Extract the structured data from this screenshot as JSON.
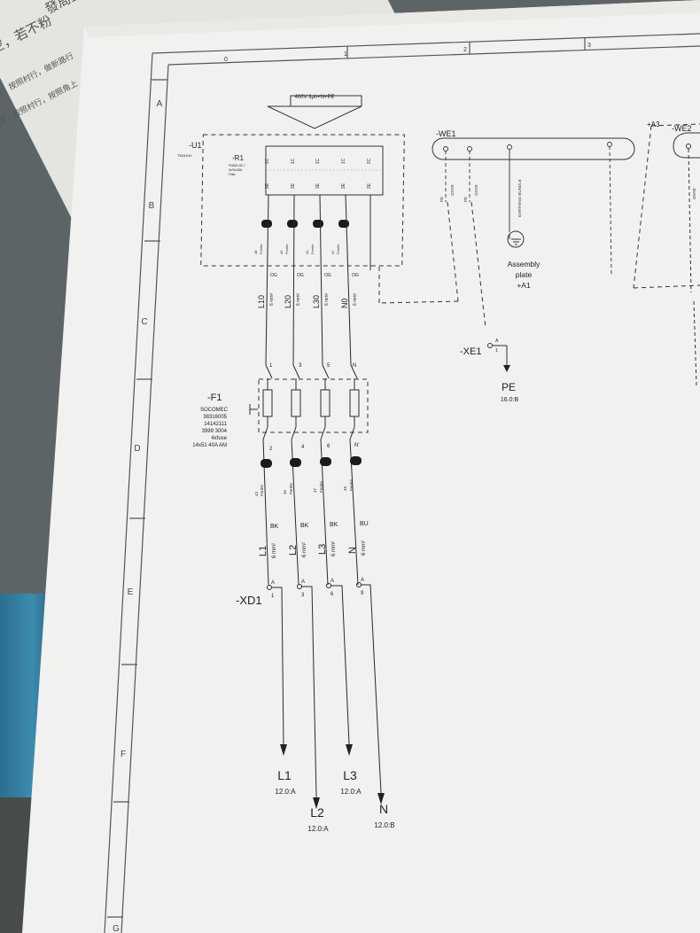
{
  "bg_chinese_lines": [
    "發局上",
    "空，若不粉",
    "商，按照村行，做新路行",
    "尿，按照村行，按照角上"
  ],
  "grid": {
    "columns": [
      "0",
      "1",
      "2",
      "3"
    ],
    "rows": [
      "A",
      "B",
      "C",
      "D",
      "E",
      "F",
      "G"
    ]
  },
  "supply": {
    "label": "400V 3ph+N+PE"
  },
  "filter_module": {
    "tag": "-U1",
    "tag_sub": "T5031H0",
    "component": "-R1",
    "component_info": [
      "FN920-35-7",
      "3x7kx35A",
      "Filter"
    ],
    "terminals_top": [
      "1C",
      "1C",
      "1C",
      "1C",
      "2C"
    ],
    "terminals_bottom": [
      "3E",
      "3E",
      "3E",
      "3E",
      "3E"
    ]
  },
  "ferrites_upper": [
    {
      "id": "48",
      "label": "Ferrite"
    },
    {
      "id": "46",
      "label": "Ferrite"
    },
    {
      "id": "44",
      "label": "Ferrite"
    },
    {
      "id": "42",
      "label": "Ferrite"
    }
  ],
  "upper_wires": [
    {
      "label": "L10",
      "size": "6 mm²",
      "color": "OG"
    },
    {
      "label": "L20",
      "size": "6 mm²",
      "color": "OG"
    },
    {
      "label": "L30",
      "size": "6 mm²",
      "color": "OG"
    },
    {
      "label": "N0",
      "size": "6 mm²",
      "color": "OG"
    }
  ],
  "cable_we1": {
    "tag": "-WE1",
    "cores": [
      {
        "label": "GNYE",
        "code": "PE"
      },
      {
        "label": "GNYE",
        "code": "PE"
      }
    ],
    "earthing": "EARTHING BUNDLE"
  },
  "assembly_plate": {
    "line1": "Assembly",
    "line2": "plate",
    "line3": "+A1"
  },
  "earth_terminal": {
    "tag": "-XE1",
    "pin": "A",
    "pin2": "1"
  },
  "pe_output": {
    "label": "PE",
    "ref": "16.0:B"
  },
  "right_section": {
    "tag_a3": "+A3",
    "tag_we2": "-WE2",
    "core": "GNYE"
  },
  "fuse": {
    "tag": "-F1",
    "info": [
      "SOCOMEC",
      "38316005",
      "14142111",
      "3999 3004",
      "4xfuse",
      "14x51 40A AM"
    ],
    "top_terminals": [
      "1",
      "3",
      "5",
      "N"
    ],
    "bottom_terminals": [
      "2",
      "4",
      "6",
      "N'"
    ]
  },
  "ferrites_lower": [
    {
      "id": "43",
      "label": "Ferrite"
    },
    {
      "id": "45",
      "label": "Ferrite"
    },
    {
      "id": "47",
      "label": "Ferrite"
    },
    {
      "id": "49",
      "label": "Ferrite"
    }
  ],
  "lower_wires": [
    {
      "label": "L1",
      "size": "6 mm²",
      "color": "BK"
    },
    {
      "label": "L2",
      "size": "6 mm²",
      "color": "BK"
    },
    {
      "label": "L3",
      "size": "6 mm²",
      "color": "BK"
    },
    {
      "label": "N",
      "size": "6 mm²",
      "color": "BU"
    }
  ],
  "terminal_block": {
    "tag": "-XD1",
    "pin_label": "A",
    "pins": [
      "1",
      "3",
      "6",
      "9"
    ]
  },
  "outputs": [
    {
      "label": "L1",
      "ref": "12.0:A"
    },
    {
      "label": "L2",
      "ref": "12.0:A"
    },
    {
      "label": "L3",
      "ref": "12.0:A"
    },
    {
      "label": "N",
      "ref": "12.0:B"
    }
  ],
  "colors": {
    "ink": "#2a2a2a",
    "paper": "#f2f2f0",
    "grid": "#555555",
    "ferrite": "#1b1b1b",
    "background": "#5d6466"
  }
}
